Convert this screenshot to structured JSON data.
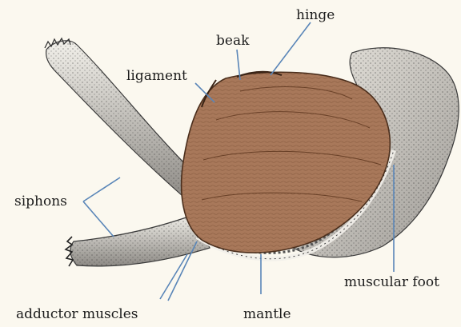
{
  "diagram": {
    "labels": {
      "beak": "beak",
      "hinge": "hinge",
      "ligament": "ligament",
      "siphons": "siphons",
      "muscular_foot": "muscular foot",
      "adductor_muscles": "adductor muscles",
      "mantle": "mantle"
    },
    "colors": {
      "background": "#fbf8ef",
      "shell": "#a8785a",
      "shell_dark": "#7e5238",
      "tissue": "#e4e1da",
      "stipple": "#2e2e2e",
      "leader_line": "#5a86b8",
      "label_text": "#1c1c1c"
    }
  }
}
